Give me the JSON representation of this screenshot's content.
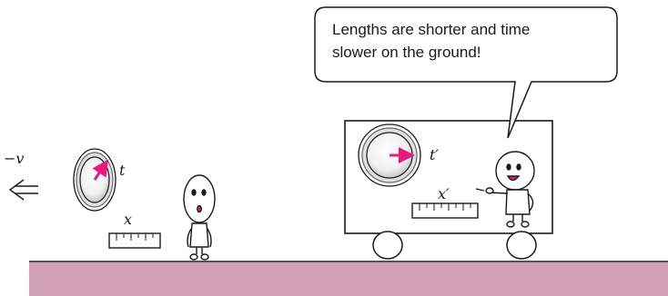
{
  "speech_bubble": {
    "line1": "Lengths are shorter and time",
    "line2": "slower on the ground!"
  },
  "ground_frame": {
    "velocity_label": "−v",
    "clock_label": "t",
    "ruler_label": "x"
  },
  "moving_frame": {
    "clock_label": "t′",
    "ruler_label": "x′"
  },
  "colors": {
    "ground": "#cfa0b6",
    "clock_hand": "#e8187c",
    "outline": "#1a1a1a"
  }
}
